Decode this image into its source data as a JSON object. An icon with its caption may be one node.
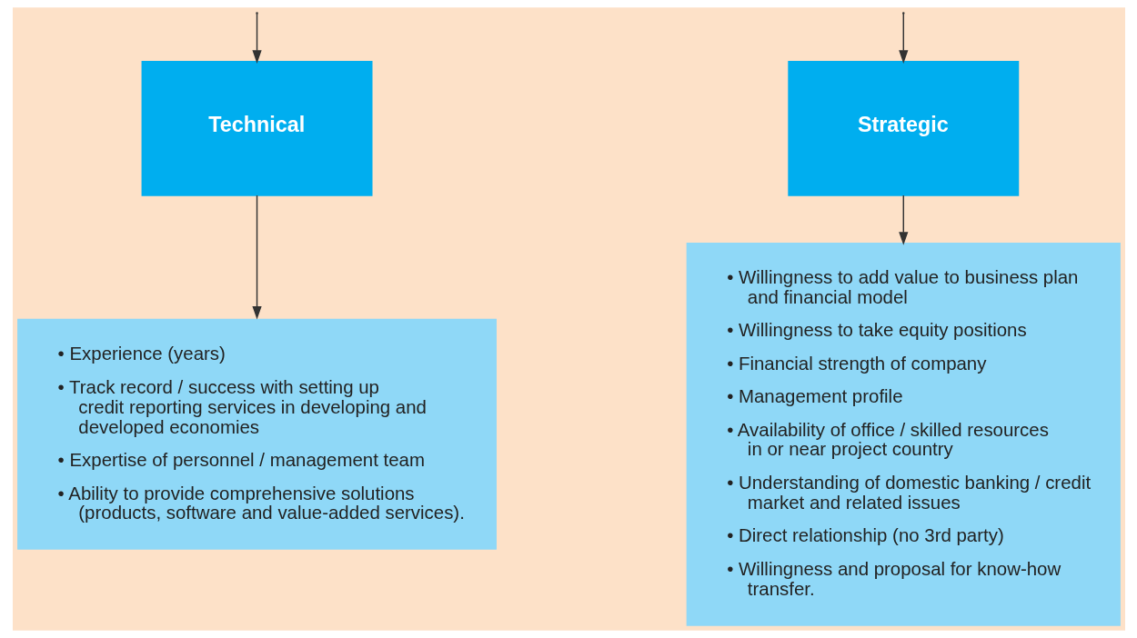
{
  "diagram": {
    "nodes": [
      {
        "text": [
          "Technical"
        ]
      },
      {
        "text": [
          "Strategic"
        ]
      },
      {
        "text": [
          "• Experience (years)",
          "• Track record / success with setting up credit reporting services in developing and developed economies",
          "• Expertise of personnel / management team",
          "• Ability to provide comprehensive solutions (products, software and value-added services)."
        ]
      },
      {
        "text": [
          "• Willingness to add value to business plan and financial model",
          "• Willingness to take equity positions",
          "• Financial strength of company",
          "• Management profile",
          "• Availability of office / skilled resources in or near project country",
          "• Understanding of domestic banking / credit market and related issues",
          "• Direct relationship (no 3rd party)",
          "• Willingness and proposal for know-how transfer."
        ]
      }
    ],
    "edges": [
      {
        "from": null,
        "to": 0,
        "arrow": "to"
      },
      {
        "from": null,
        "to": 1,
        "arrow": "to"
      },
      {
        "from": 0,
        "to": 2,
        "arrow": "to"
      },
      {
        "from": 1,
        "to": 3,
        "arrow": "to"
      }
    ]
  }
}
